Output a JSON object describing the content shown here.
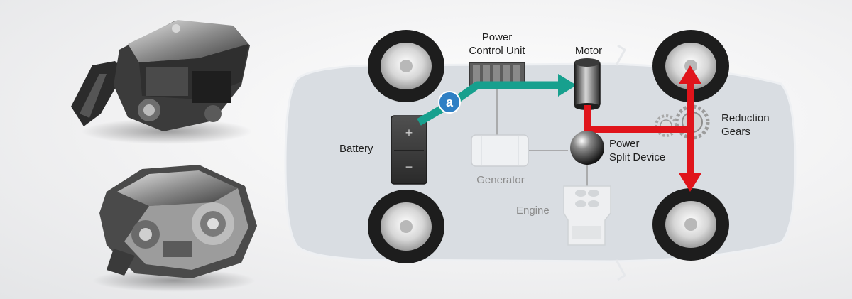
{
  "labels": {
    "power_control_unit_line1": "Power",
    "power_control_unit_line2": "Control Unit",
    "motor": "Motor",
    "battery": "Battery",
    "battery_plus": "+",
    "battery_minus": "−",
    "generator": "Generator",
    "engine": "Engine",
    "power_split_line1": "Power",
    "power_split_line2": "Split Device",
    "reduction_line1": "Reduction",
    "reduction_line2": "Gears",
    "flow_badge": "a"
  },
  "icons": {
    "top_left": "hybrid-engine-icon",
    "bottom_left": "transaxle-gearbox-icon"
  },
  "colors": {
    "electric_flow": "#17a08e",
    "drive_flow": "#e0141b",
    "badge": "#2f7fc4",
    "car_body": "#d9dde2",
    "tire": "#1d1d1d"
  }
}
